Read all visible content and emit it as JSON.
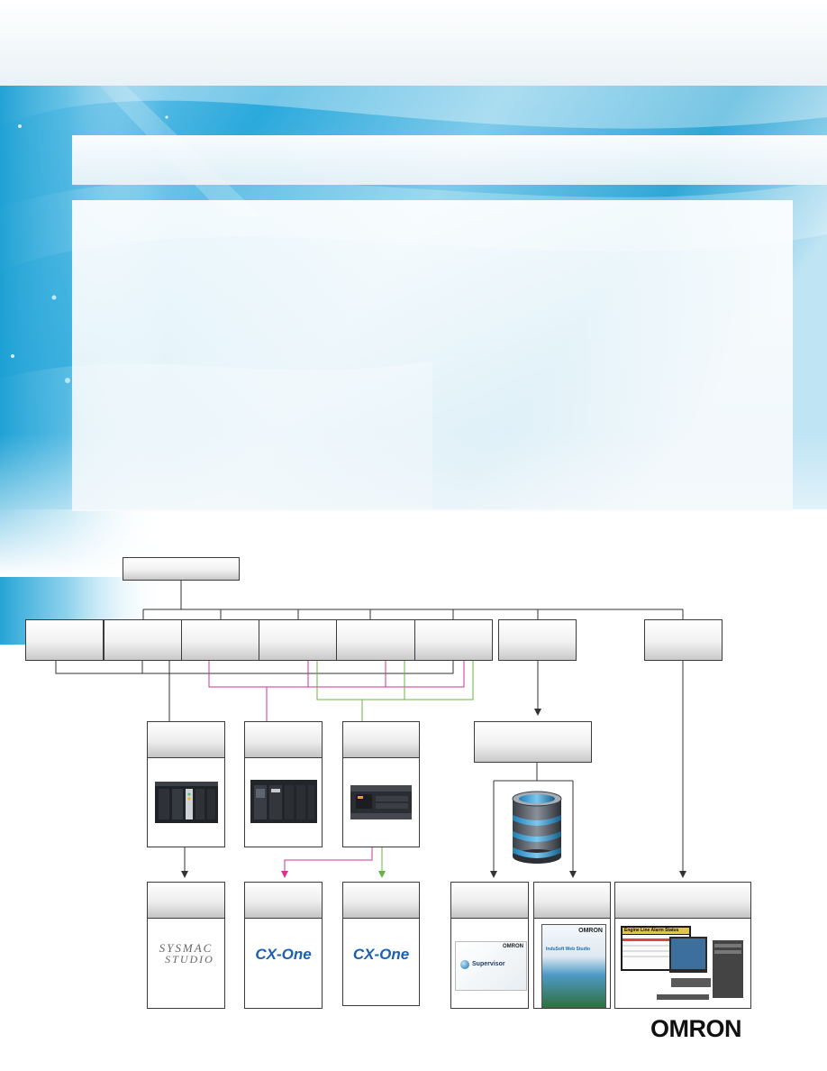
{
  "diagram": {
    "root": {
      "label": ""
    },
    "categories": [
      {
        "label": ""
      },
      {
        "label": ""
      },
      {
        "label": ""
      },
      {
        "label": ""
      },
      {
        "label": ""
      },
      {
        "label": ""
      },
      {
        "label": ""
      },
      {
        "label": ""
      }
    ],
    "gateway": {
      "label": ""
    },
    "hardware": [
      {
        "label": "",
        "image": "modular-plc-rack"
      },
      {
        "label": "",
        "image": "compact-plc-rack"
      },
      {
        "label": "",
        "image": "micro-plc-unit"
      }
    ],
    "software": [
      {
        "label": "",
        "image": "sysmac-studio-logo",
        "logo_line1": "SYSMAC",
        "logo_line2": "STUDIO"
      },
      {
        "label": "",
        "image": "cx-one-logo",
        "logo_text": "CX-One"
      },
      {
        "label": "",
        "image": "cx-one-logo",
        "logo_text": "CX-One"
      },
      {
        "label": "",
        "image": "supervisor-splash",
        "brand": "OMRON",
        "title": "Supervisor"
      },
      {
        "label": "",
        "image": "indusoft-splash",
        "brand": "OMRON",
        "title": "InduSoft Web Studio"
      },
      {
        "label": "",
        "image": "pc-line-status",
        "screen_title": "Engine Line Alarm Status"
      }
    ]
  },
  "footer": {
    "brand": "OMRON"
  },
  "colors": {
    "tree_line": "#333333",
    "magenta_link": "#d6338f",
    "green_link": "#67b43f",
    "accent_blue": "#1aa6d8"
  }
}
